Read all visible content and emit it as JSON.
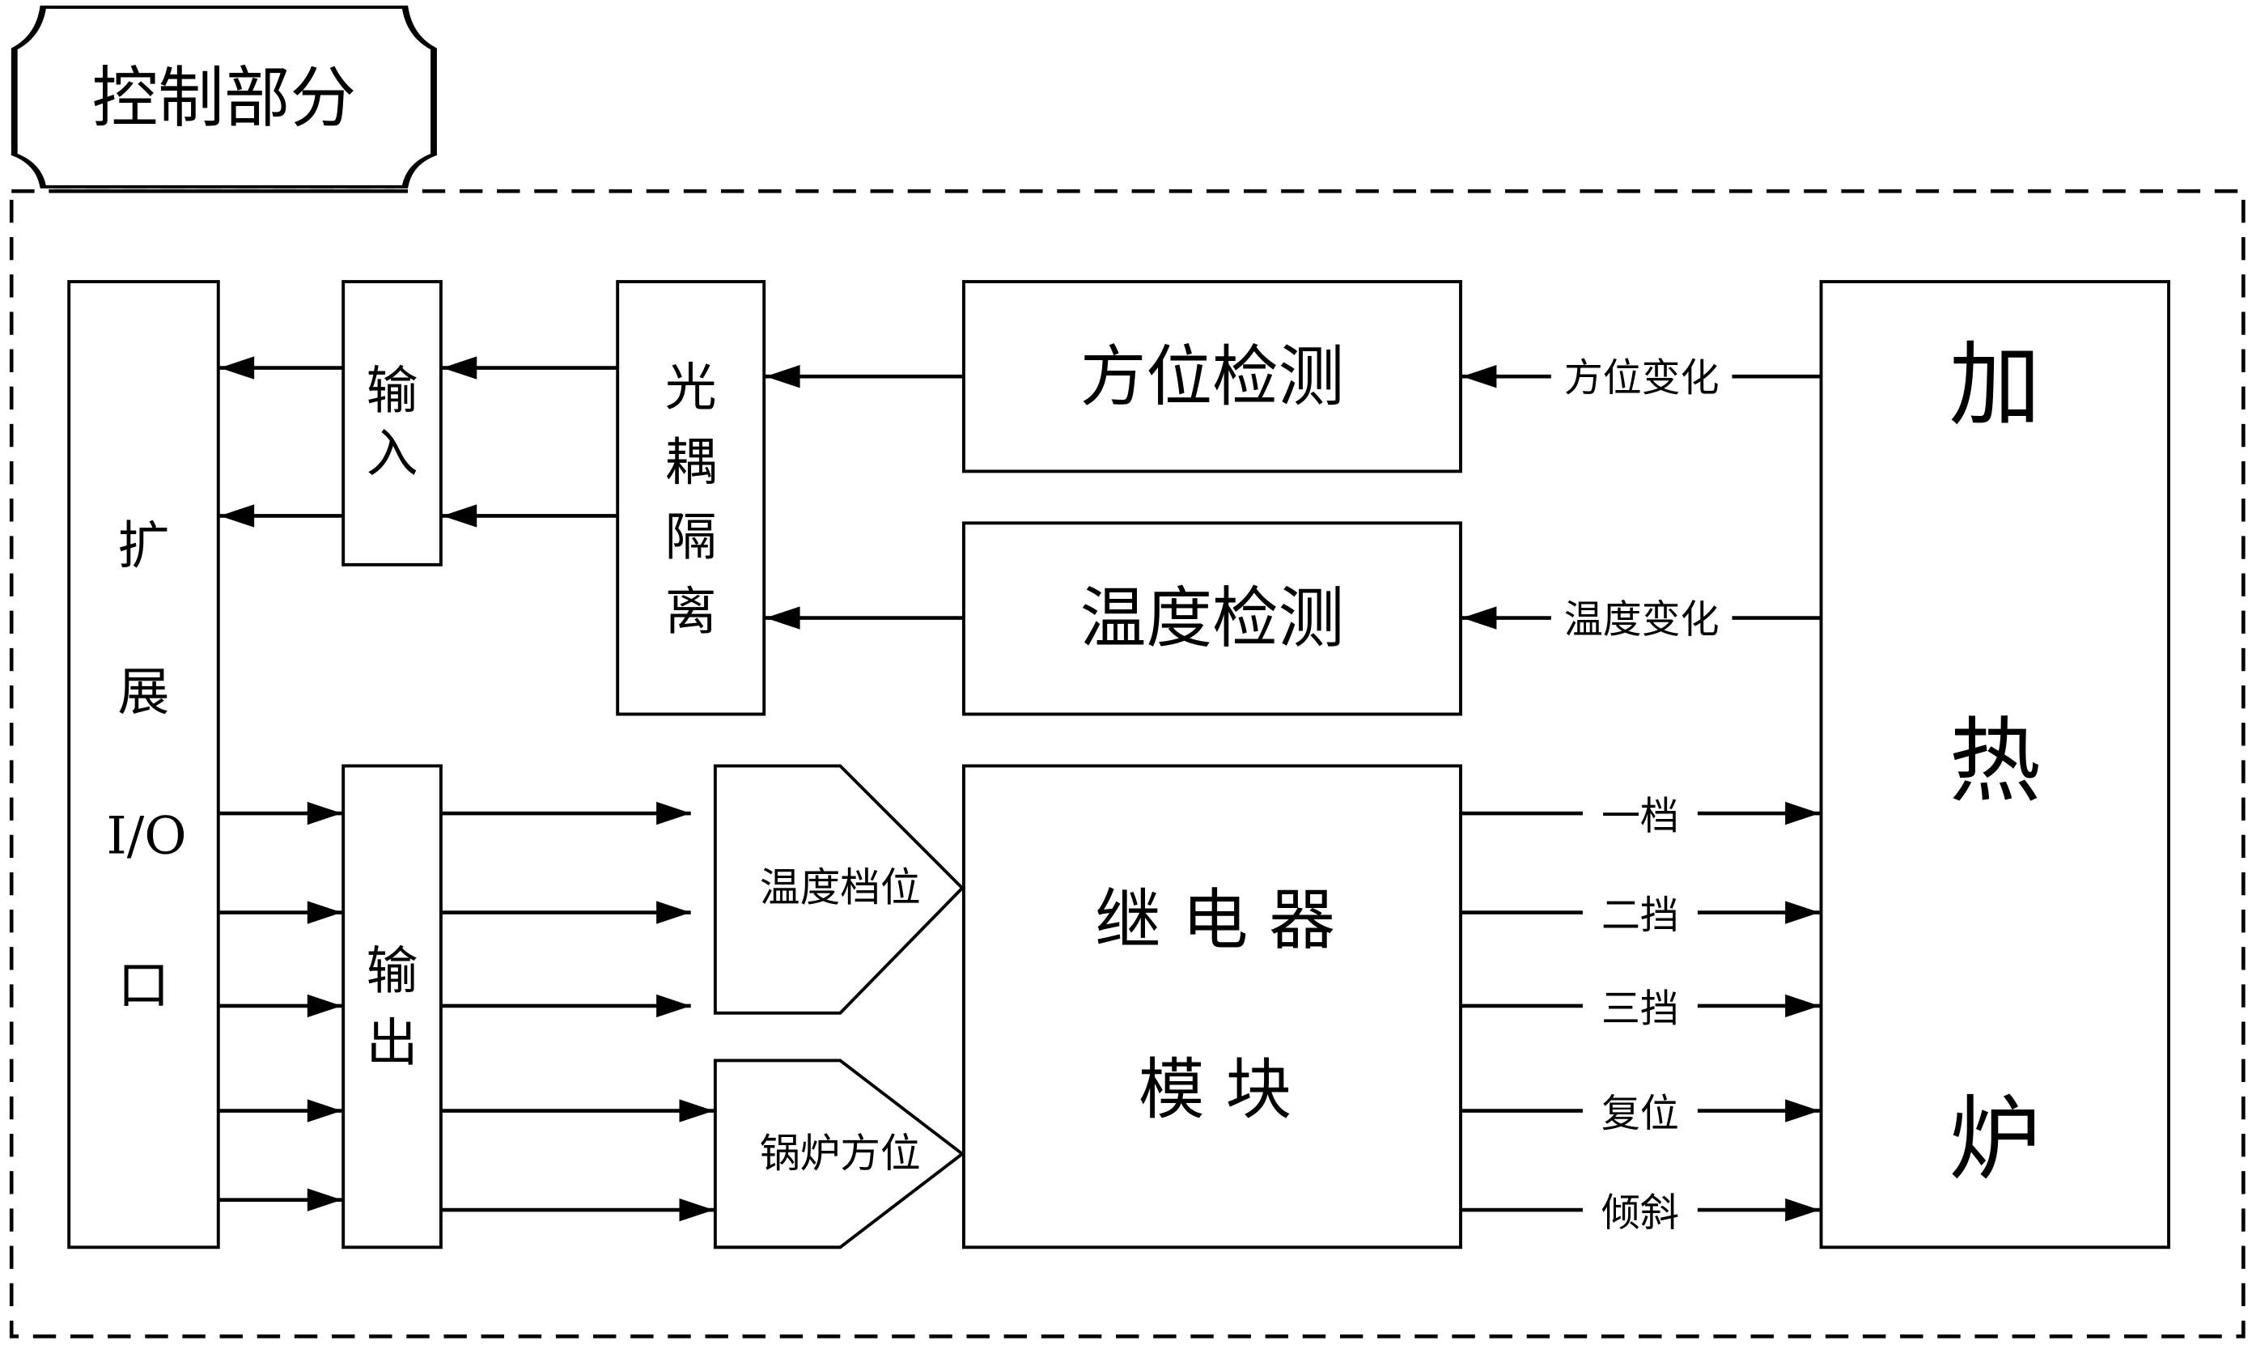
{
  "title": "控制部分",
  "blocks": {
    "expansion_io": {
      "chars": [
        "扩",
        "展",
        "I/O",
        "口"
      ]
    },
    "input": {
      "chars": [
        "输",
        "入"
      ]
    },
    "optocoupler": {
      "chars": [
        "光",
        "耦",
        "隔",
        "离"
      ]
    },
    "position_detection": {
      "label": "方位检测"
    },
    "temperature_detection": {
      "label": "温度检测"
    },
    "output": {
      "chars": [
        "输",
        "出"
      ]
    },
    "temperature_gear": {
      "label": "温度档位"
    },
    "boiler_position": {
      "label": "锅炉方位"
    },
    "relay_module": {
      "line1": "继 电 器",
      "line2": "模 块"
    },
    "heating_furnace": {
      "chars": [
        "加",
        "热",
        "炉"
      ]
    }
  },
  "signals": {
    "feedback": [
      {
        "label": "方位变化",
        "from": "heating_furnace",
        "to": "position_detection"
      },
      {
        "label": "温度变化",
        "from": "heating_furnace",
        "to": "temperature_detection"
      }
    ],
    "relay_outputs": [
      {
        "label": "一档"
      },
      {
        "label": "二挡"
      },
      {
        "label": "三挡"
      },
      {
        "label": "复位"
      },
      {
        "label": "倾斜"
      }
    ]
  },
  "colors": {
    "stroke": "#000000",
    "background": "#ffffff"
  }
}
